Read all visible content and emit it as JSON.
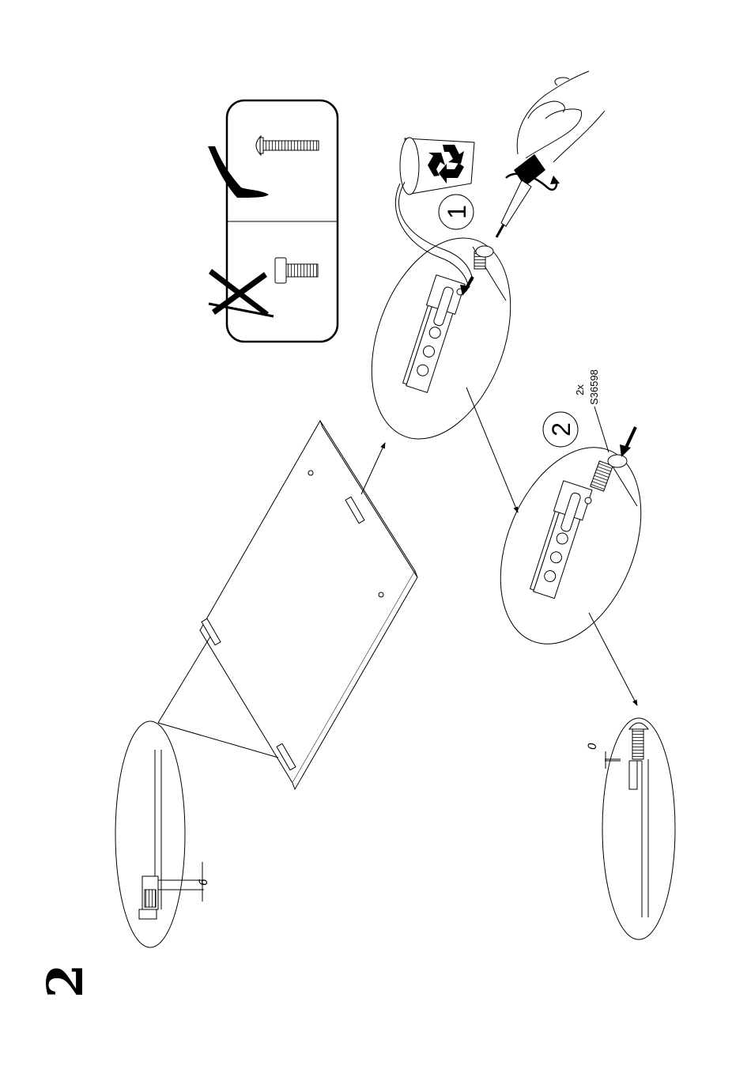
{
  "page": {
    "step_number": "2"
  },
  "callouts": {
    "step_one": "1",
    "step_two": "2",
    "quantity": "2x",
    "part_code": "S36598",
    "dimension_six": "6",
    "dimension_zero": "0"
  },
  "icons": {
    "correct": "check-mark-icon",
    "wrong": "cross-mark-icon",
    "recycle": "recycle-icon",
    "screwdriver": "screwdriver-icon",
    "hand": "hand-icon"
  },
  "colors": {
    "ink": "#000000",
    "paper": "#ffffff"
  }
}
